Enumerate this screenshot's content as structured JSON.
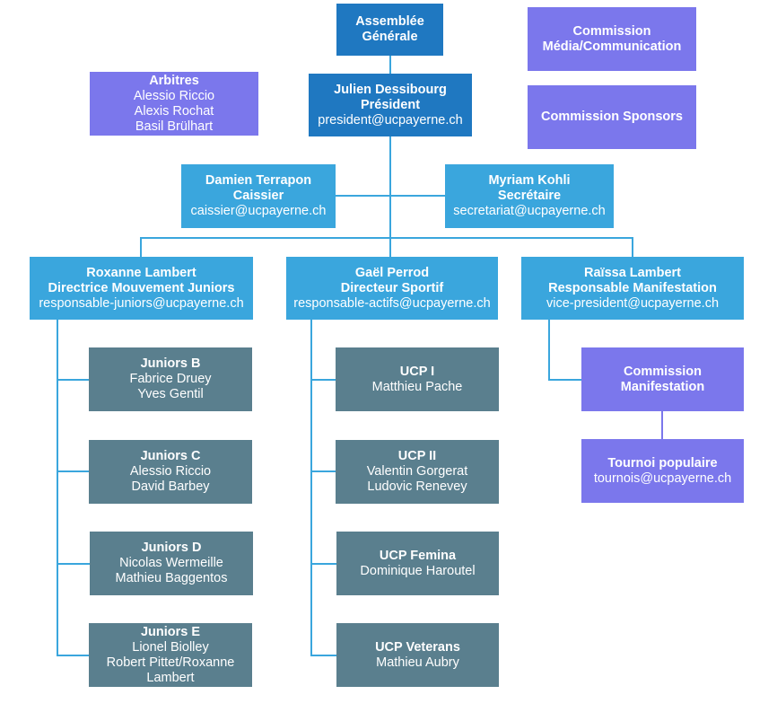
{
  "colors": {
    "assembly": "#1f78c1",
    "committee": "#3aa6dd",
    "commission": "#7b77ec",
    "team": "#5a7f8e",
    "connector": "#3aa6dd"
  },
  "assembly": {
    "title": "Assemblée",
    "title2": "Générale"
  },
  "president": {
    "name": "Julien Dessibourg",
    "role": "Président",
    "email": "president@ucpayerne.ch"
  },
  "arbitres": {
    "title": "Arbitres",
    "members": [
      "Alessio Riccio",
      "Alexis Rochat",
      "Basil Brülhart"
    ]
  },
  "commission_media": {
    "title": "Commission",
    "title2": "Média/Communication"
  },
  "commission_sponsors": {
    "title": "Commission Sponsors"
  },
  "caissier": {
    "name": "Damien Terrapon",
    "role": "Caissier",
    "email": "caissier@ucpayerne.ch"
  },
  "secretaire": {
    "name": "Myriam Kohli",
    "role": "Secrétaire",
    "email": "secretariat@ucpayerne.ch"
  },
  "juniors_head": {
    "name": "Roxanne Lambert",
    "role": "Directrice Mouvement Juniors",
    "email": "responsable-juniors@ucpayerne.ch"
  },
  "sport_head": {
    "name": "Gaël Perrod",
    "role": "Directeur Sportif",
    "email": "responsable-actifs@ucpayerne.ch"
  },
  "manif_head": {
    "name": "Raïssa Lambert",
    "role": "Responsable Manifestation",
    "email": "vice-president@ucpayerne.ch"
  },
  "juniors_teams": [
    {
      "title": "Juniors B",
      "l1": "Fabrice Druey",
      "l2": "Yves Gentil",
      "l3": ""
    },
    {
      "title": "Juniors C",
      "l1": "Alessio Riccio",
      "l2": "David Barbey",
      "l3": ""
    },
    {
      "title": "Juniors D",
      "l1": "Nicolas Wermeille",
      "l2": "Mathieu Baggentos",
      "l3": ""
    },
    {
      "title": "Juniors E",
      "l1": "Lionel Biolley",
      "l2": "Robert Pittet/Roxanne",
      "l3": "Lambert"
    }
  ],
  "sport_teams": [
    {
      "title": "UCP I",
      "l1": "Matthieu Pache",
      "l2": ""
    },
    {
      "title": "UCP II",
      "l1": "Valentin Gorgerat",
      "l2": "Ludovic Renevey"
    },
    {
      "title": "UCP Femina",
      "l1": "Dominique Haroutel",
      "l2": ""
    },
    {
      "title": "UCP Veterans",
      "l1": "Mathieu Aubry",
      "l2": ""
    }
  ],
  "commission_manif": {
    "title": "Commission",
    "title2": "Manifestation"
  },
  "tournoi": {
    "title": "Tournoi populaire",
    "email": "tournois@ucpayerne.ch"
  }
}
